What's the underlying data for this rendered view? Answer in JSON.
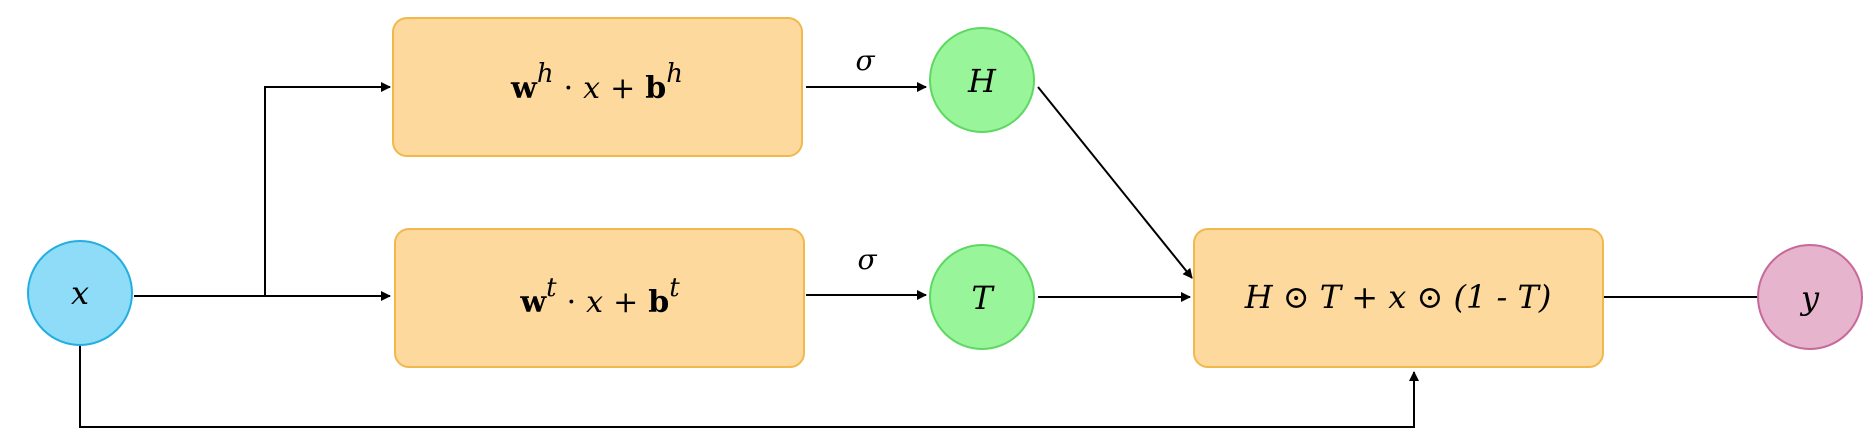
{
  "colors": {
    "box_fill": "#fdd99d",
    "box_stroke": "#f2b84b",
    "node_x_fill": "#8fdcf8",
    "node_x_stroke": "#22aee0",
    "node_gate_fill": "#98f59a",
    "node_gate_stroke": "#5ed862",
    "node_y_fill": "#e6b4cc",
    "node_y_stroke": "#c7699a",
    "line": "#000000"
  },
  "nodes": {
    "x": "x",
    "h": "H",
    "t": "T",
    "y": "y"
  },
  "boxes": {
    "h_transform": {
      "w": "w",
      "w_sup": "h",
      "dot": "·",
      "x": "x",
      "plus": "+",
      "b": "b",
      "b_sup": "h"
    },
    "t_transform": {
      "w": "w",
      "w_sup": "t",
      "dot": "·",
      "x": "x",
      "plus": "+",
      "b": "b",
      "b_sup": "t"
    },
    "highway_output": {
      "text": "H ⊙ T + x ⊙ (1 - T)"
    }
  },
  "edge_labels": {
    "sigma_h": "σ",
    "sigma_t": "σ"
  }
}
